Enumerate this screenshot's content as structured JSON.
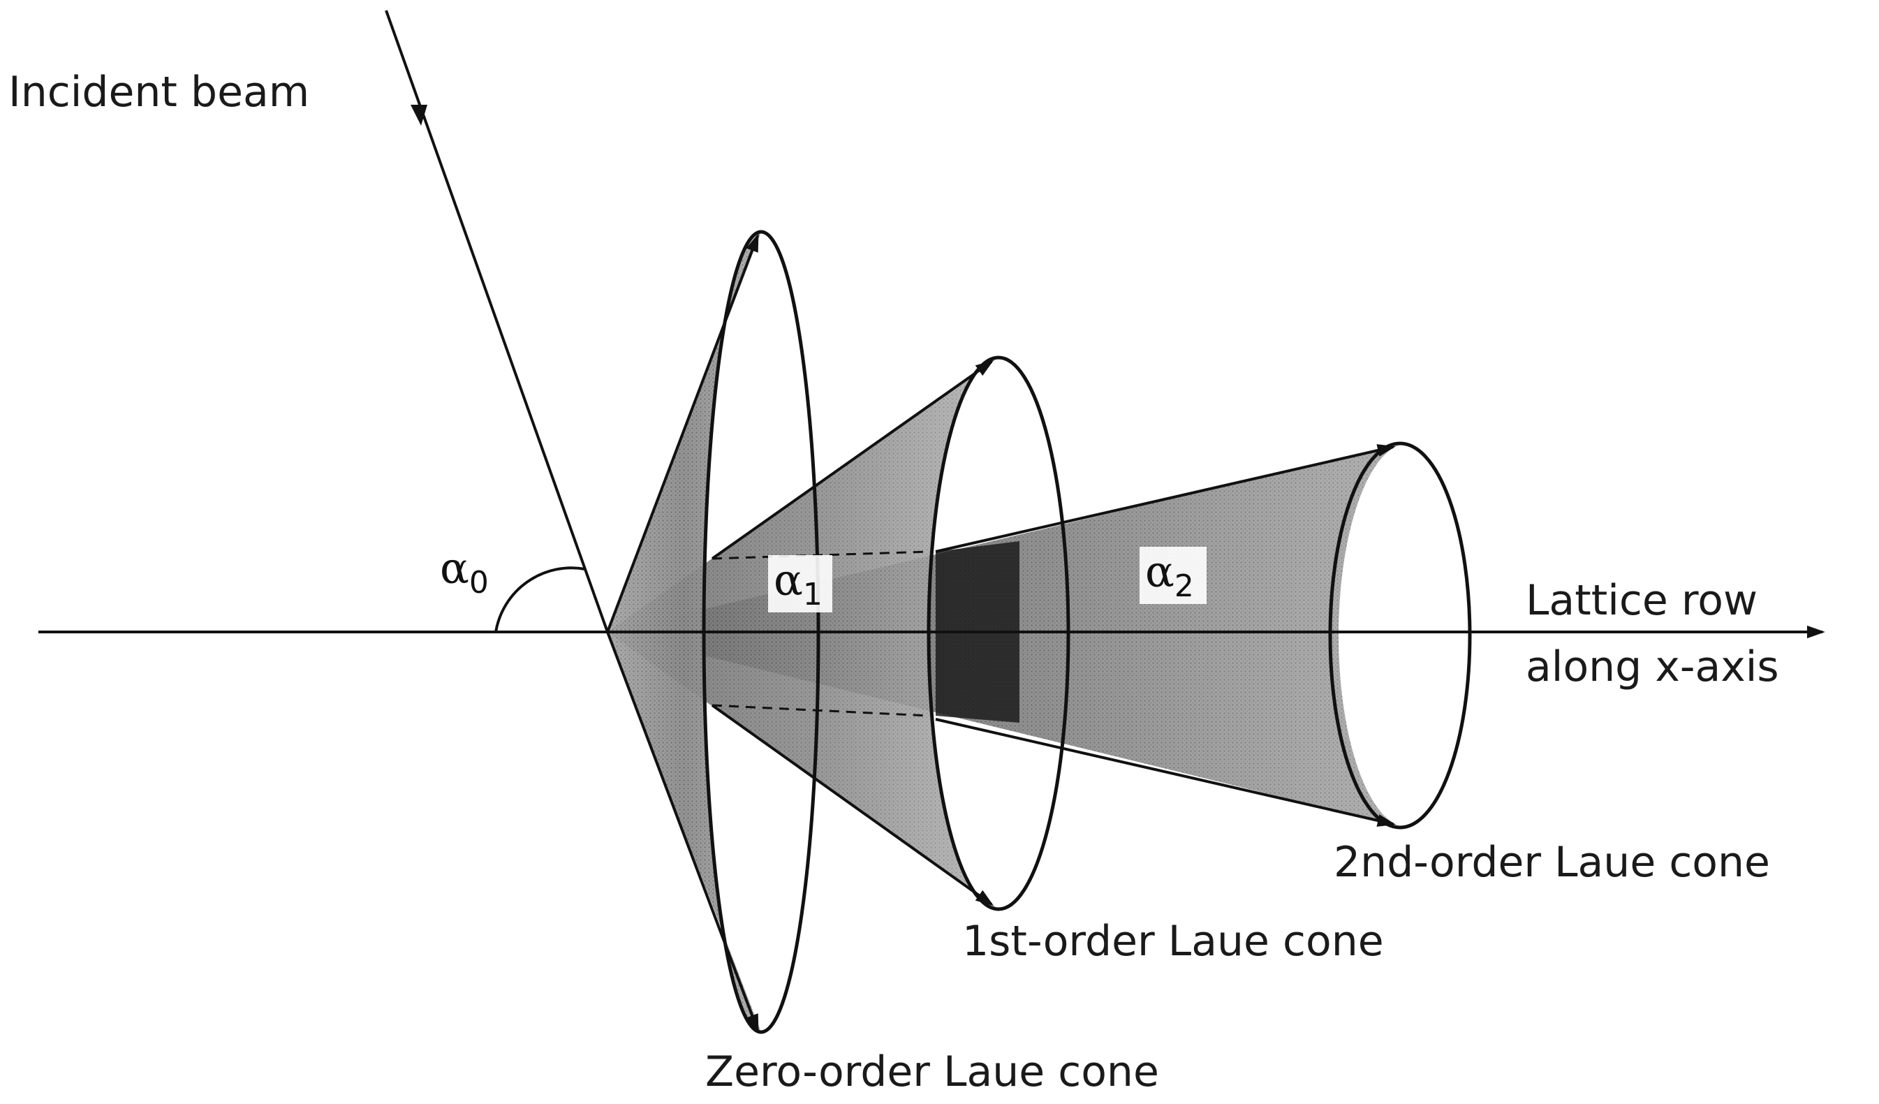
{
  "labels": {
    "incident_beam": "Incident beam",
    "lattice_row_line1": "Lattice row",
    "lattice_row_line2": "along x-axis",
    "zero_order": "Zero-order Laue cone",
    "first_order": "1st-order Laue cone",
    "second_order": "2nd-order Laue cone"
  },
  "angles": {
    "alpha0": {
      "symbol": "α",
      "subscript": "0"
    },
    "alpha1": {
      "symbol": "α",
      "subscript": "1"
    },
    "alpha2": {
      "symbol": "α",
      "subscript": "2"
    }
  },
  "colors": {
    "line": "#111111",
    "cone_shade_light": "#bdbdbd",
    "cone_shade_dark": "#2e2e2e",
    "background": "#ffffff"
  }
}
